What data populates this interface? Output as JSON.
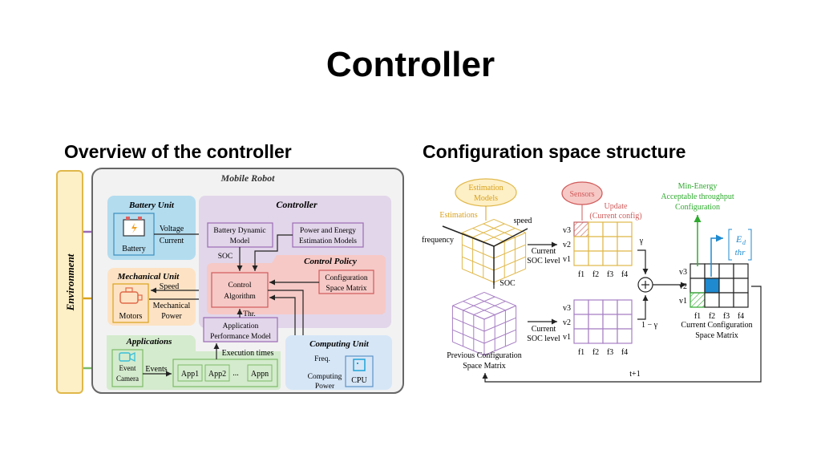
{
  "slide": {
    "title": "Controller",
    "left_heading": "Overview of the controller",
    "right_heading": "Configuration space structure"
  },
  "overview": {
    "environment": "Environment",
    "mobile_robot": "Mobile Robot",
    "battery_unit": {
      "title": "Battery Unit",
      "device": "Battery",
      "out1": "Voltage",
      "out2": "Current"
    },
    "mechanical_unit": {
      "title": "Mechanical Unit",
      "device": "Motors",
      "in": "Speed",
      "out1": "Mechanical",
      "out2": "Power"
    },
    "applications": {
      "title": "Applications",
      "sensor1": "Event",
      "sensor2": "Camera",
      "events": "Events",
      "apps": [
        "App1",
        "App2",
        "...",
        "Appn"
      ],
      "exec": "Execution times"
    },
    "controller": {
      "title": "Controller",
      "battery_model1": "Battery Dynamic",
      "battery_model2": "Model",
      "power_model1": "Power and Energy",
      "power_model2": "Estimation Models",
      "soc": "SOC",
      "control_policy": "Control Policy",
      "algo1": "Control",
      "algo2": "Algorithm",
      "csm1": "Configuration",
      "csm2": "Space Matrix",
      "thr": "Thr.",
      "apm1": "Application",
      "apm2": "Performance Model"
    },
    "computing_unit": {
      "title": "Computing Unit",
      "freq": "Freq.",
      "cp1": "Computing",
      "cp2": "Power",
      "device": "CPU"
    },
    "colors": {
      "battery": "#b3dcef",
      "mechanical": "#fde3c4",
      "applications": "#d4ebcd",
      "controller": "#e2d6ea",
      "policy": "#f6c9c6",
      "computing": "#d6e6f7",
      "environment": "#fdefc6"
    }
  },
  "config_space": {
    "estimation_models1": "Estimation",
    "estimation_models2": "Models",
    "estimations": "Estimations",
    "axis_speed": "speed",
    "axis_frequency": "frequency",
    "axis_soc": "SOC",
    "sensors": "Sensors",
    "update1": "Update",
    "update2": "(Current config)",
    "current_soc1": "Current",
    "current_soc2": "SOC level",
    "rows": [
      "v3",
      "v2",
      "v1"
    ],
    "cols": [
      "f1",
      "f2",
      "f3",
      "f4"
    ],
    "gamma": "γ",
    "one_minus_gamma": "1 − γ",
    "prev1": "Previous Configuration",
    "prev2": "Space Matrix",
    "curr1": "Current Configuration",
    "curr2": "Space Matrix",
    "min_energy1": "Min-Energy",
    "min_energy2": "Acceptable throughput",
    "min_energy3": "Configuration",
    "vec_top": "E",
    "vec_sub": "d",
    "vec_bottom": "thr",
    "t_plus_1": "t+1"
  }
}
